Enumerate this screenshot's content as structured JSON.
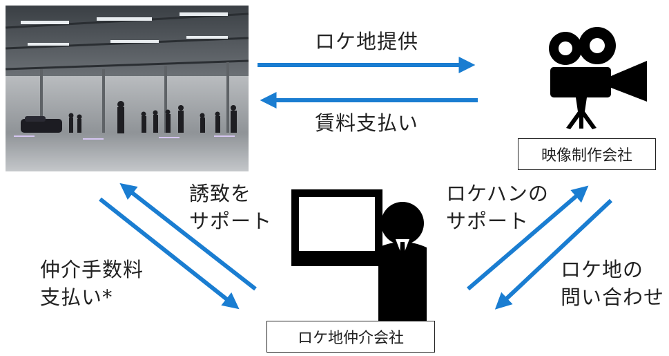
{
  "colors": {
    "arrow": "#1a7dd1",
    "icon": "#000000",
    "text": "#222222"
  },
  "photo": {
    "icon": "warehouse-photo"
  },
  "film_company": {
    "icon": "movie-camera-icon",
    "label": "映像制作会社"
  },
  "broker": {
    "icon": "person-with-laptop-icon",
    "label": "ロケ地仲介会社"
  },
  "flows": {
    "location_provision": "ロケ地提供",
    "rent_payment": "賃料支払い",
    "invite_support": [
      "誘致を",
      "サポート"
    ],
    "commission_payment": [
      "仲介手数料",
      "支払い*"
    ],
    "scouting_support": [
      "ロケハンの",
      "サポート"
    ],
    "location_inquiry": [
      "ロケ地の",
      "問い合わせ"
    ]
  }
}
